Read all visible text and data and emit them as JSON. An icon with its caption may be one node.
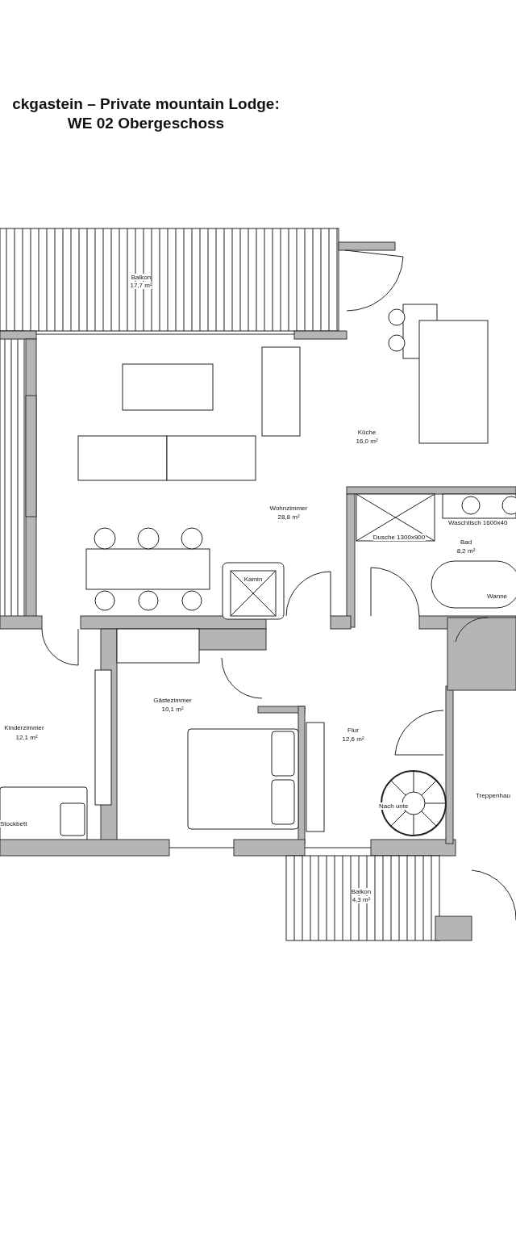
{
  "diagram": {
    "title": "ckgastein – Private mountain Lodge: WE 02 Obergeschoss",
    "labels": [
      "Balkon",
      "17,7 m²",
      "Küche",
      "16,0 m²",
      "Wohnzimmer",
      "28,8 m²",
      "Waschtisch 1600x40",
      "Dusche 1300x900",
      "Bad",
      "8,2 m²",
      "Kamin",
      "Wanne",
      "Gästezimmer",
      "10,1 m²",
      "Kinderzimmer",
      "12,1 m²",
      "Flur",
      "12,6 m²",
      "Treppenhau",
      "Nach unte",
      "Stockbett",
      "Balkon",
      "4,3 m²"
    ]
  }
}
